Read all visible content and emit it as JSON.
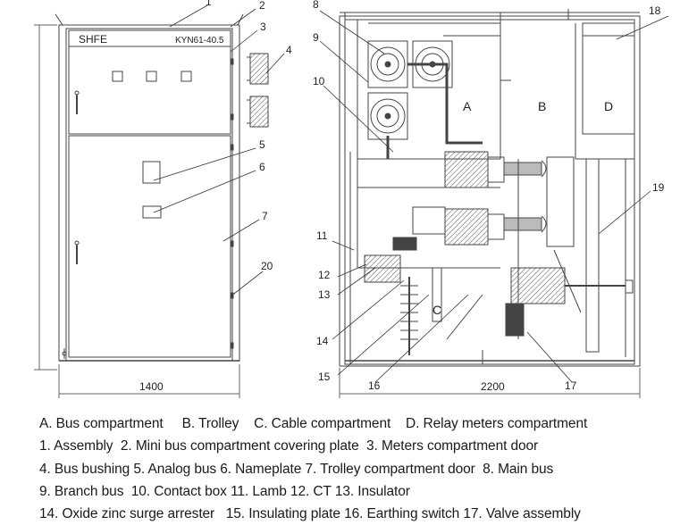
{
  "front_view": {
    "brand": "SHFE",
    "model": "KYN61-40.5",
    "width_dim": "1400"
  },
  "side_view": {
    "depth_dim": "2200",
    "compartments": [
      "A",
      "B",
      "C",
      "D"
    ]
  },
  "callouts": [
    "1",
    "2",
    "3",
    "4",
    "5",
    "6",
    "7",
    "8",
    "9",
    "10",
    "11",
    "12",
    "13",
    "14",
    "15",
    "16",
    "17",
    "18",
    "19",
    "20"
  ],
  "legend": {
    "lines": [
      [
        "A. Bus compartment",
        "B. Trolley",
        "C. Cable compartment",
        "D. Relay meters compartment"
      ],
      [
        "1. Assembly",
        "2. Mini bus compartment covering plate",
        "3. Meters compartment door"
      ],
      [
        "4. Bus bushing",
        "5. Analog bus",
        "6. Nameplate",
        "7. Trolley compartment door",
        "8. Main bus"
      ],
      [
        "9. Branch bus",
        "10. Contact box",
        "11. Lamb",
        "12. CT",
        "13. Insulator"
      ],
      [
        "14. Oxide zinc surge arrester",
        "15. Insulating plate",
        "16. Earthing switch",
        "17. Valve assembly"
      ]
    ]
  }
}
